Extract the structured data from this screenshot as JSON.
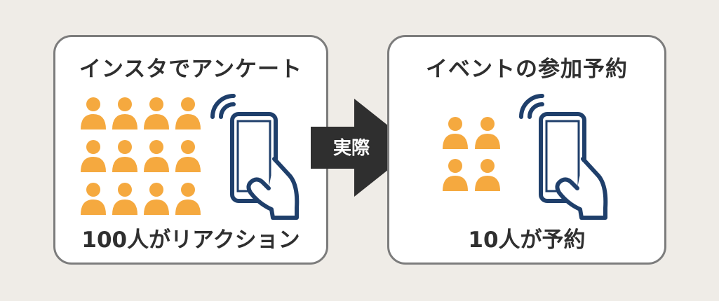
{
  "colors": {
    "background": "#efece7",
    "panel_border": "#7c7c7c",
    "person": "#f5a93f",
    "phone": "#1f3f6b",
    "arrow": "#2f2f2f"
  },
  "left_panel": {
    "title": "インスタでアンケート",
    "caption": "100人がリアクション",
    "person_count": 12,
    "icons": [
      "person-icon",
      "smartphone-hand-icon",
      "signal-waves-icon"
    ]
  },
  "arrow": {
    "label": "実際"
  },
  "right_panel": {
    "title": "イベントの参加予約",
    "caption": "10人が予約",
    "person_count": 4,
    "icons": [
      "person-icon",
      "smartphone-hand-icon",
      "signal-waves-icon"
    ]
  }
}
